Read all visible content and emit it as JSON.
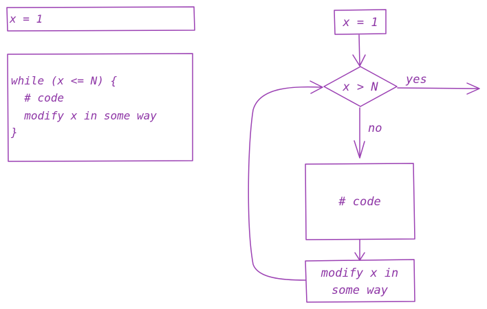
{
  "colors": {
    "ink": "#9b40b3"
  },
  "code": {
    "init": "x = 1",
    "loop_lines": [
      "while (x <= N) {",
      "  # code",
      "  modify x in some way",
      "}"
    ]
  },
  "flowchart": {
    "start": "x = 1",
    "condition": "x > N",
    "yes_label": "yes",
    "no_label": "no",
    "body": "# code",
    "update_lines": [
      "modify x in",
      "some way"
    ]
  }
}
